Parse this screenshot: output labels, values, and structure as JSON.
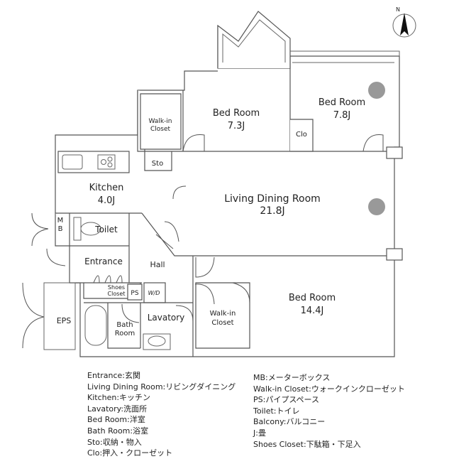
{
  "rooms": {
    "bed1": {
      "name": "Bed Room",
      "size": "7.3J"
    },
    "bed2": {
      "name": "Bed Room",
      "size": "7.8J"
    },
    "bed3": {
      "name": "Bed Room",
      "size": "14.4J"
    },
    "ldr": {
      "name": "Living Dining Room",
      "size": "21.8J"
    },
    "kitchen": {
      "name": "Kitchen",
      "size": "4.0J"
    },
    "walkin1": {
      "line1": "Walk-in",
      "line2": "Closet"
    },
    "walkin2": {
      "line1": "Walk-in",
      "line2": "Closet"
    },
    "shoes": {
      "line1": "Shoes",
      "line2": "Closet"
    },
    "bath": {
      "line1": "Bath",
      "line2": "Room"
    },
    "mb": {
      "line1": "M",
      "line2": "B"
    },
    "clo": "Clo",
    "sto": "Sto",
    "toilet": "Toilet",
    "entrance": "Entrance",
    "hall": "Hall",
    "ps": "PS",
    "wd": "W/D",
    "lavatory": "Lavatory",
    "eps": "EPS"
  },
  "compass": {
    "label": "N"
  },
  "legend": {
    "left": [
      "Entrance:玄関",
      "Living Dining Room:リビングダイニング",
      "Kitchen:キッチン",
      "Lavatory:洗面所",
      "Bed Room:洋室",
      "Bath Room:浴室",
      "Sto:収納・物入",
      "Clo:押入・クローゼット"
    ],
    "right": [
      "MB:メーターボックス",
      "Walk-in Closet:ウォークインクローゼット",
      "PS:パイプスペース",
      "Toilet:トイレ",
      "Balcony:バルコニー",
      "J:畳",
      "Shoes Closet:下駄箱・下足入"
    ]
  }
}
